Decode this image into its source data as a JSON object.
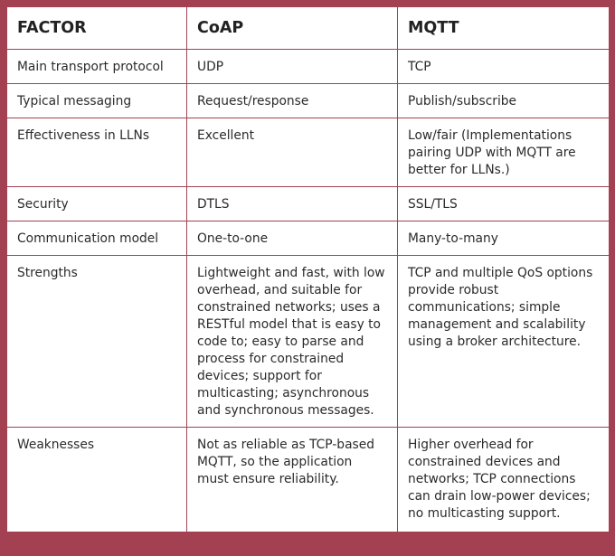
{
  "table": {
    "headers": [
      "FACTOR",
      "CoAP",
      "MQTT"
    ],
    "rows": [
      {
        "factor": "Main transport protocol",
        "coap": "UDP",
        "mqtt": "TCP"
      },
      {
        "factor": "Typical messaging",
        "coap": "Request/response",
        "mqtt": "Publish/subscribe"
      },
      {
        "factor": "Effectiveness in LLNs",
        "coap": "Excellent",
        "mqtt": "Low/fair (Implementations pairing UDP with MQTT are better for LLNs.)"
      },
      {
        "factor": "Security",
        "coap": "DTLS",
        "mqtt": "SSL/TLS"
      },
      {
        "factor": "Communication model",
        "coap": "One-to-one",
        "mqtt": "Many-to-many"
      },
      {
        "factor": "Strengths",
        "coap": "Lightweight and fast, with low overhead, and suitable for constrained networks; uses a RESTful model that is easy to code to; easy to parse and process for constrained devices; support for multicasting; asynchronous and synchronous messages.",
        "mqtt": "TCP and multiple QoS options provide robust communications; simple management and scalability using a broker architecture."
      },
      {
        "factor": "Weaknesses",
        "coap": "Not as reliable as TCP-based MQTT, so the application must ensure reliability.",
        "mqtt": "Higher overhead for constrained devices and networks; TCP connections can drain low-power devices; no multicasting support."
      }
    ]
  },
  "colors": {
    "frame": "#a34152",
    "text": "#2b2b2b"
  }
}
